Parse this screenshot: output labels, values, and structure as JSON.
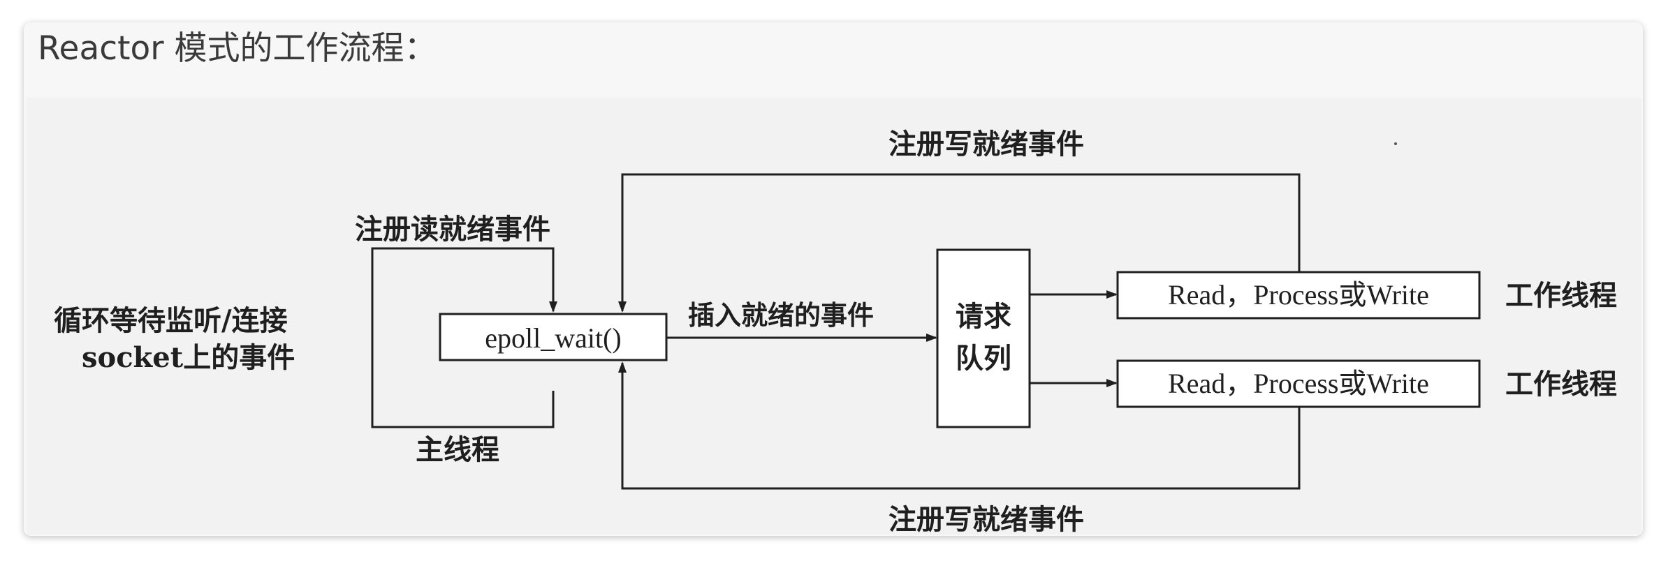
{
  "heading": "Reactor 模式的工作流程：",
  "diagram": {
    "left_label_line1": "循环等待监听/连接",
    "left_label_line2": "socket上的事件",
    "register_read": "注册读就绪事件",
    "main_thread": "主线程",
    "epoll_wait": "epoll_wait()",
    "insert_ready": "插入就绪的事件",
    "queue_line1": "请求",
    "queue_line2": "队列",
    "register_write_top": "注册写就绪事件",
    "register_write_bottom": "注册写就绪事件",
    "workers": [
      {
        "box_label": "Read，Process或Write",
        "thread_label": "工作线程"
      },
      {
        "box_label": "Read，Process或Write",
        "thread_label": "工作线程"
      }
    ]
  },
  "colors": {
    "line": "#1f1f1f",
    "card_background": "#f7f7f7",
    "figure_background": "#f2f2f2",
    "heading_text": "#3a3a3a"
  }
}
